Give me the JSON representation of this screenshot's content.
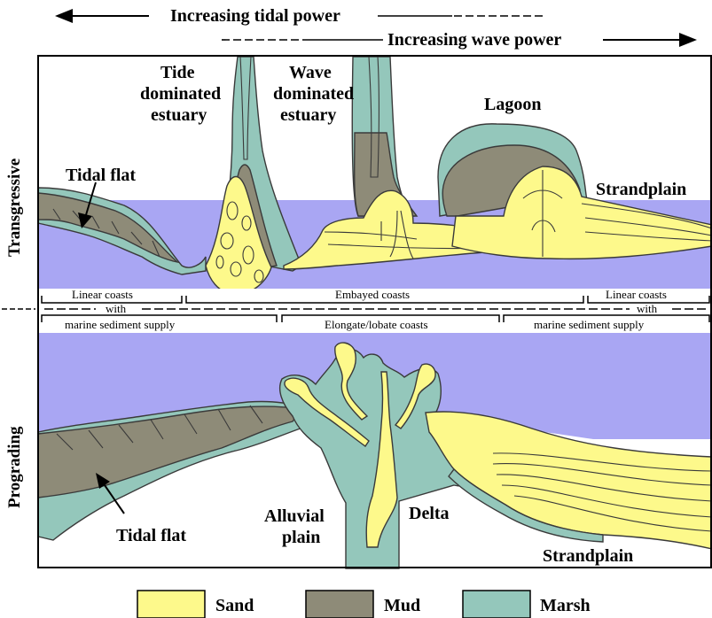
{
  "header": {
    "tidal_power": "Increasing tidal power",
    "wave_power": "Increasing wave power"
  },
  "side_labels": {
    "transgressive": "Transgressive",
    "prograding": "Prograding"
  },
  "transgressive_labels": {
    "tidal_flat": "Tidal flat",
    "tide_estuary_line1": "Tide",
    "tide_estuary_line2": "dominated",
    "tide_estuary_line3": "estuary",
    "wave_estuary_line1": "Wave",
    "wave_estuary_line2": "dominated",
    "wave_estuary_line3": "estuary",
    "lagoon": "Lagoon",
    "strandplain": "Strandplain"
  },
  "middle_band": {
    "linear_left_1": "Linear coasts",
    "linear_left_2": "with",
    "linear_left_3": "marine sediment supply",
    "embayed": "Embayed coasts",
    "elongate": "Elongate/lobate coasts",
    "linear_right_1": "Linear coasts",
    "linear_right_2": "with",
    "linear_right_3": "marine sediment supply"
  },
  "prograding_labels": {
    "tidal_flat": "Tidal flat",
    "alluvial_1": "Alluvial",
    "alluvial_2": "plain",
    "delta": "Delta",
    "strandplain": "Strandplain"
  },
  "legend": [
    {
      "label": "Sand",
      "color": "#fdf98b"
    },
    {
      "label": "Mud",
      "color": "#8e8b78"
    },
    {
      "label": "Marsh",
      "color": "#94c7bb"
    }
  ],
  "colors": {
    "water": "#a9a6f3",
    "sand": "#fdf98b",
    "mud": "#8e8b78",
    "marsh": "#94c7bb",
    "land": "#ffffff"
  }
}
